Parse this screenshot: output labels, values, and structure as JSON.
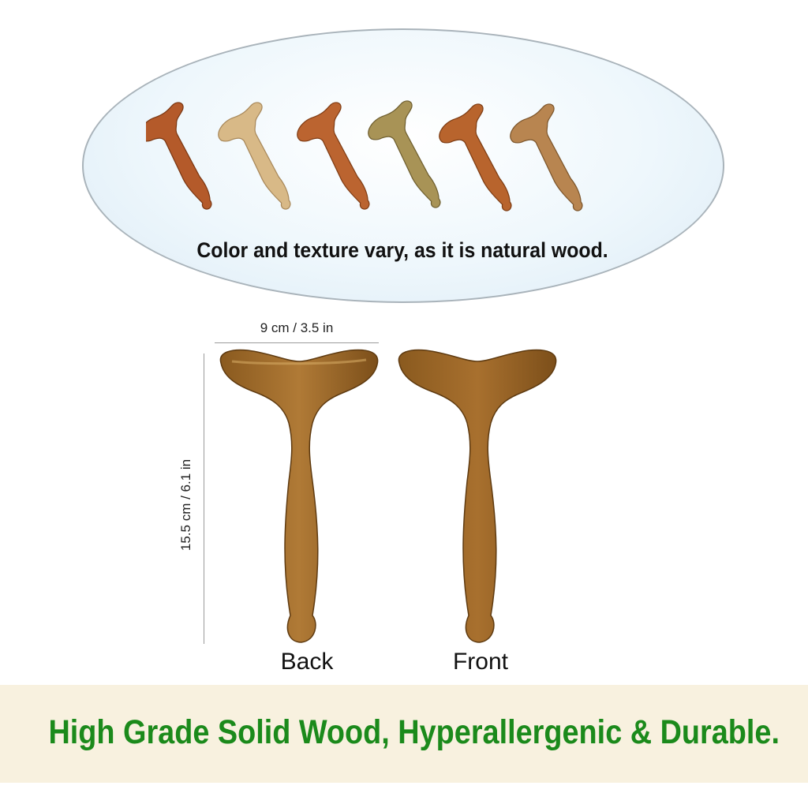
{
  "top_caption": "Color and texture vary, as it is natural wood.",
  "dimensions": {
    "width_label": "9 cm / 3.5 in",
    "height_label": "15.5 cm / 6.1 in"
  },
  "views": {
    "back_label": "Back",
    "front_label": "Front"
  },
  "banner_text": "High Grade Solid Wood, Hyperallergenic & Durable.",
  "colors": {
    "banner_text": "#1b8a1b",
    "banner_bg": "#f8f1df",
    "wood_variants": [
      "#b45a2a",
      "#d8b987",
      "#bb6430",
      "#a89356",
      "#b8642d",
      "#b88550"
    ]
  }
}
